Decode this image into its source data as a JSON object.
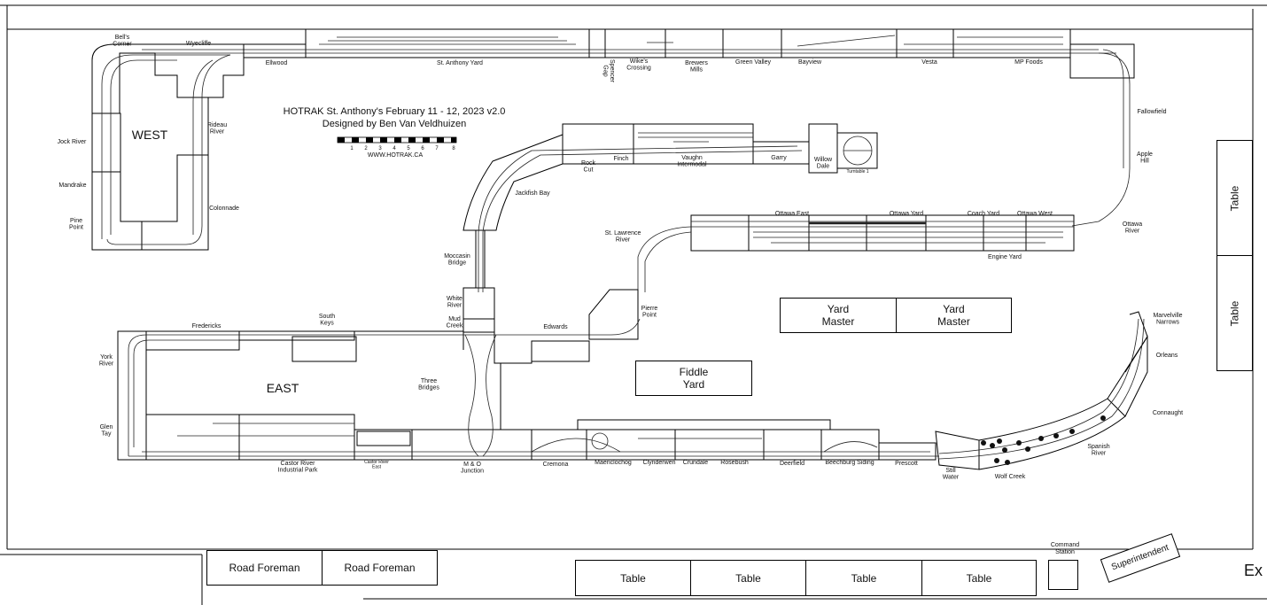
{
  "header": {
    "title": "HOTRAK St. Anthony's February 11 - 12, 2023 v2.0",
    "designer": "Designed by Ben Van Veldhuizen",
    "website": "WWW.HOTRAK.CA",
    "scale_numbers": [
      "1",
      "2",
      "3",
      "4",
      "5",
      "6",
      "7",
      "8"
    ]
  },
  "regions": {
    "west": "WEST",
    "east": "EAST"
  },
  "locations": {
    "bels_corner": "Bell's\nCorner",
    "wyecliffe": "Wyecliffe",
    "ellwood": "Ellwood",
    "st_anthony_yard": "St. Anthony Yard",
    "spencer_gap": "Spencer\nGap",
    "wikes_crossing": "Wike's\nCrossing",
    "brewers_mills": "Brewers\nMills",
    "green_valley": "Green Valley",
    "bayview": "Bayview",
    "vesta": "Vesta",
    "mp_foods": "MP Foods",
    "fallowfield": "Fallowfield",
    "apple_hill": "Apple\nHill",
    "ottawa_river": "Ottawa\nRiver",
    "jock_river": "Jock River",
    "rideau_river": "Rideau\nRiver",
    "mandrake": "Mandrake",
    "pine_point": "Pine\nPoint",
    "colonnade": "Colonnade",
    "finch": "Finch",
    "vaughn_intermodal": "Vaughn\nIntermodal",
    "garry": "Garry",
    "willow_dale": "Willow\nDale",
    "turntable": "Turntable 1",
    "rock_cut": "Rock\nCut",
    "jackfish_bay": "Jackfish Bay",
    "ottawa_east": "Ottawa East",
    "ottawa_yard": "Ottawa Yard",
    "coach_yard": "Coach Yard",
    "ottawa_west": "Ottawa West",
    "engine_yard": "Engine Yard",
    "st_lawrence_river": "St. Lawrence\nRiver",
    "moccasin_bridge": "Moccasin\nBridge",
    "white_river": "White\nRiver",
    "mud_creek": "Mud\nCreek",
    "pierre_point": "Pierre\nPoint",
    "fredericks": "Fredericks",
    "south_keys": "South\nKeys",
    "edwards": "Edwards",
    "york_river": "York\nRiver",
    "three_bridges": "Three\nBridges",
    "glen_tay": "Glen\nTay",
    "castor_river_industrial_park": "Castor River\nIndustrial Park",
    "castor_river_east": "Castor River\nEast",
    "m_o_junction": "M & O\nJunction",
    "cremona": "Cremona",
    "maenclochog": "Maenclochog",
    "clynderwen": "Clynderwen",
    "crundale": "Crundale",
    "rosebush": "Rosebush",
    "deerfield": "Deerfield",
    "beechburg_siding": "Beechburg Siding",
    "prescott": "Prescott",
    "still_water": "Still\nWater",
    "wolf_creek": "Wolf Creek",
    "spanish_river": "Spanish\nRiver",
    "connaught": "Connaught",
    "orleans": "Orleans",
    "marvelville_narrows": "Marvelville\nNarrows"
  },
  "room": {
    "yard_master_1": "Yard\nMaster",
    "yard_master_2": "Yard\nMaster",
    "fiddle_yard": "Fiddle\nYard",
    "road_foreman_1": "Road Foreman",
    "road_foreman_2": "Road Foreman",
    "table_1": "Table",
    "table_2": "Table",
    "table_3": "Table",
    "table_4": "Table",
    "table_right_1": "Table",
    "table_right_2": "Table",
    "command_station": "Command\nStation",
    "superintendent": "Superintendent",
    "exit_partial": "Ex"
  }
}
